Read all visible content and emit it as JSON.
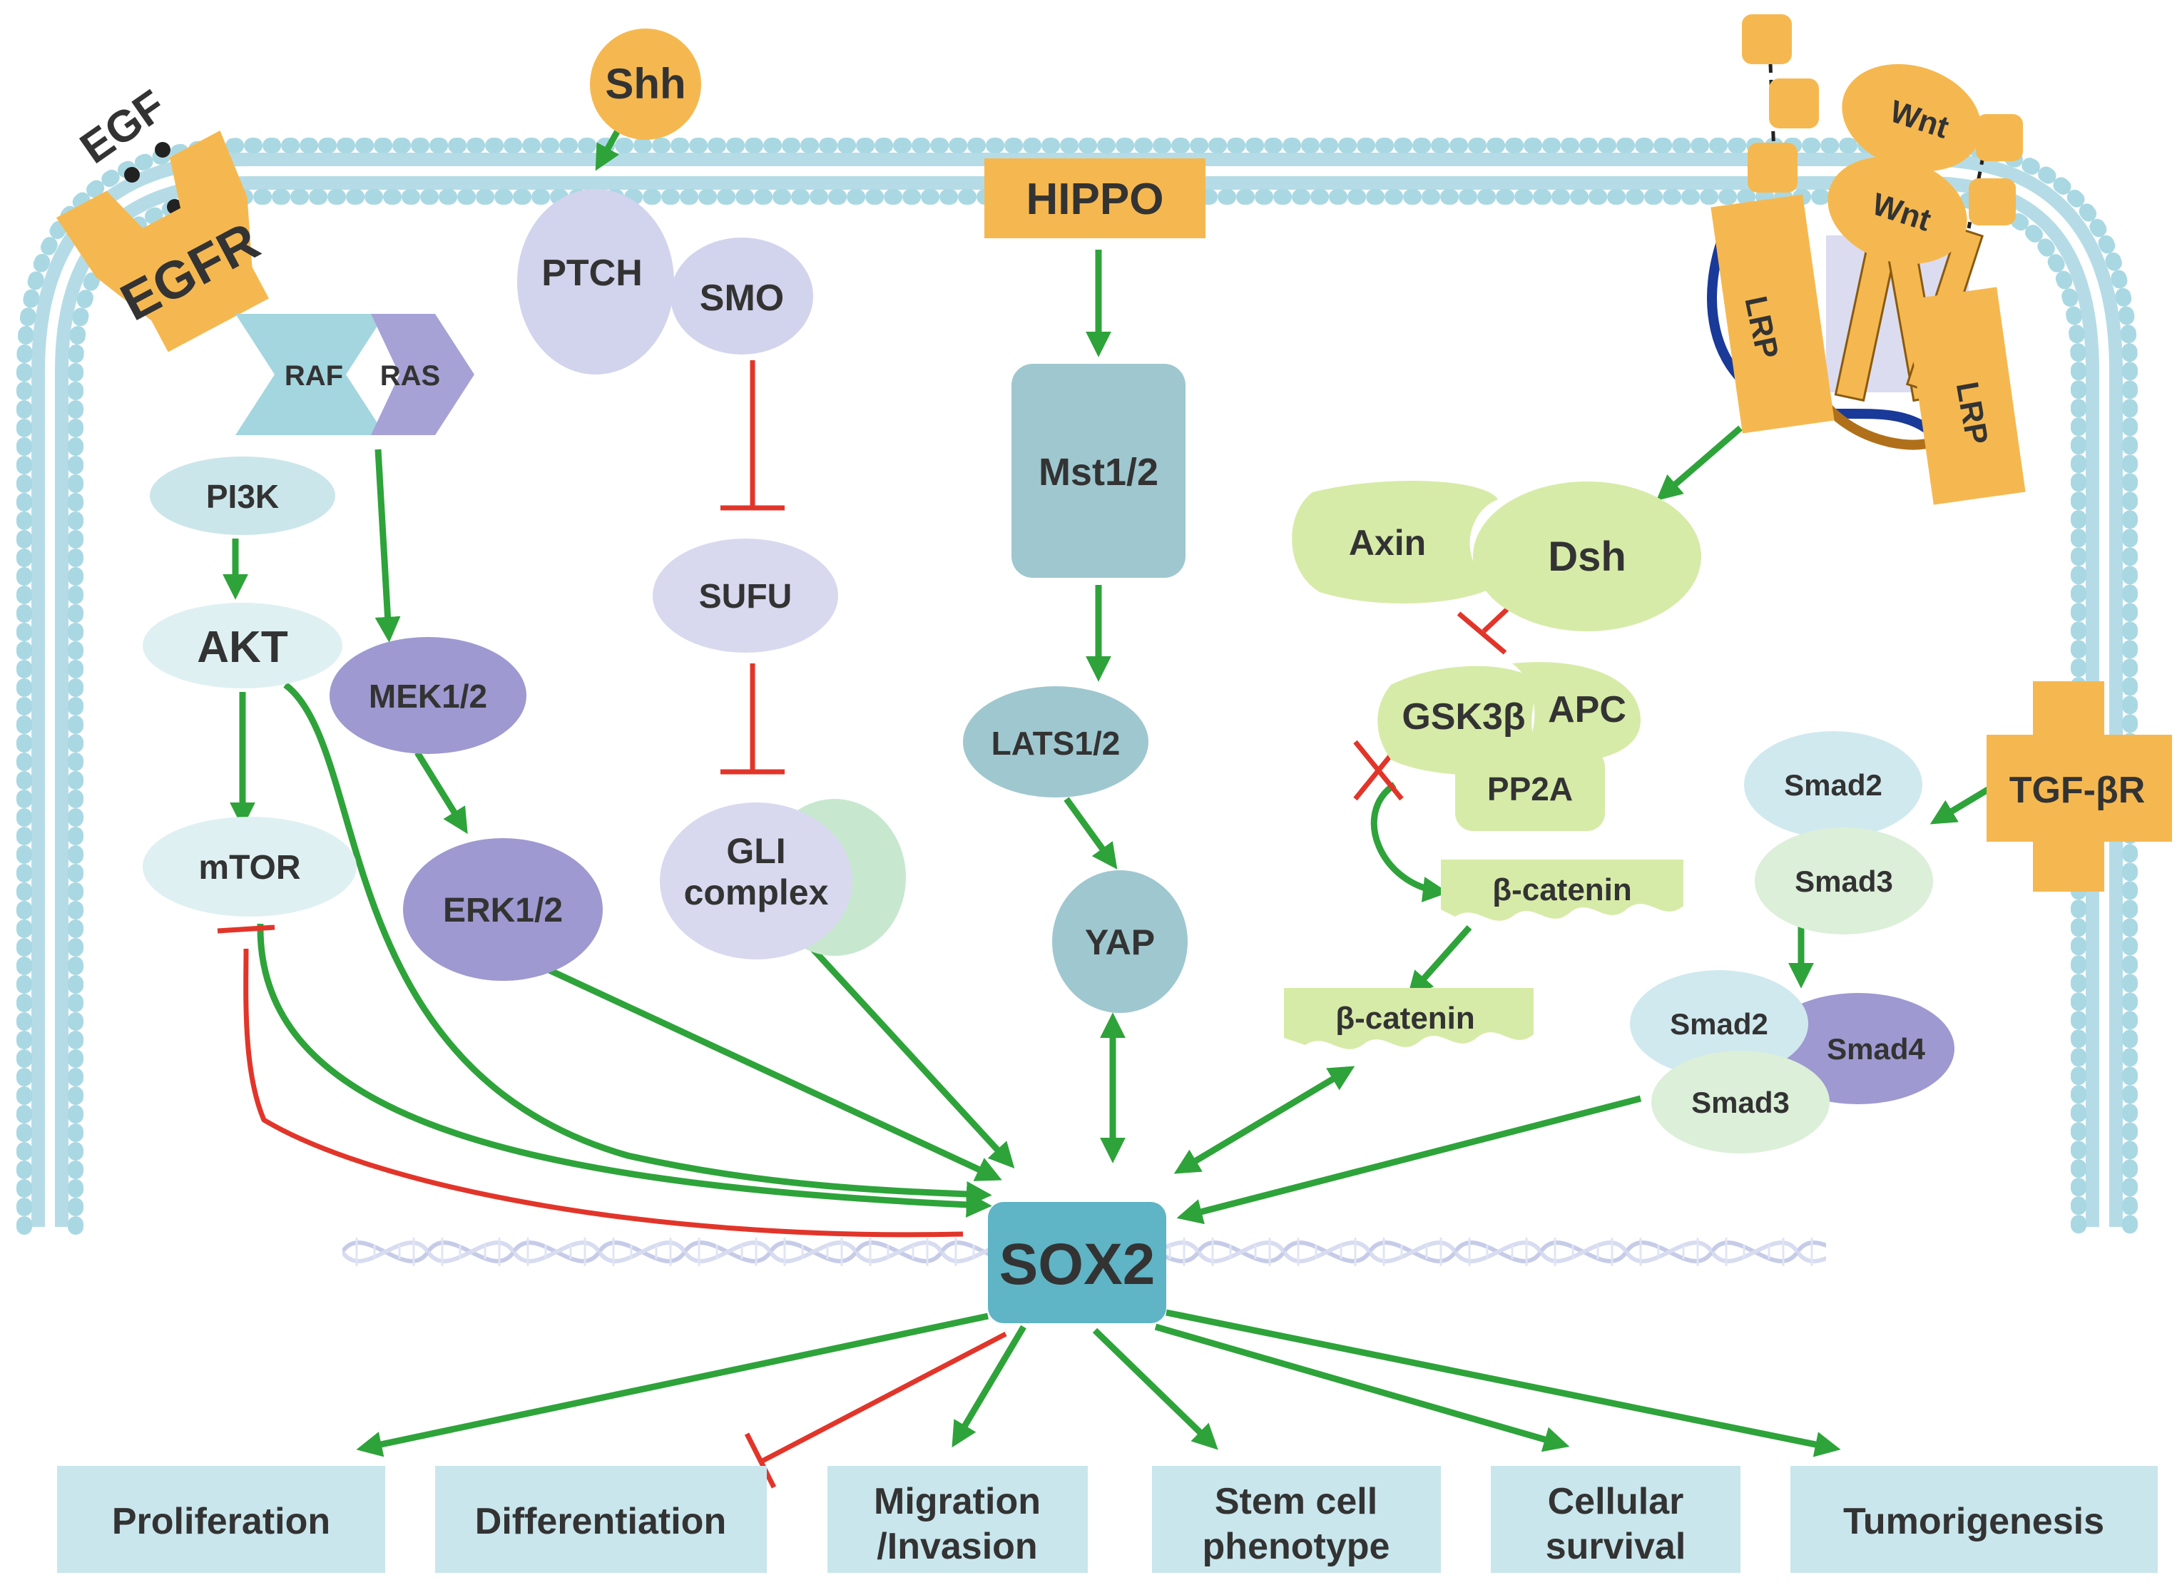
{
  "nodes": {
    "egf": "EGF",
    "egfr": "EGFR",
    "shh": "Shh",
    "ptch": "PTCH",
    "smo": "SMO",
    "hippo": "HIPPO",
    "wnt1": "Wnt",
    "wnt2": "Wnt",
    "lrp1": "LRP",
    "lrp2": "LRP",
    "raf": "RAF",
    "ras": "RAS",
    "pi3k": "PI3K",
    "akt": "AKT",
    "mtor": "mTOR",
    "mek": "MEK1/2",
    "erk": "ERK1/2",
    "sufu": "SUFU",
    "gli_line1": "GLI",
    "gli_line2": "complex",
    "mst": "Mst1/2",
    "lats": "LATS1/2",
    "yap": "YAP",
    "axin": "Axin",
    "dsh": "Dsh",
    "gsk3b": "GSK3β",
    "apc": "APC",
    "pp2a": "PP2A",
    "bcat1": "β-catenin",
    "bcat2": "β-catenin",
    "smad2_top": "Smad2",
    "smad3_top": "Smad3",
    "tgfbr": "TGF-βR",
    "smad2_bottom": "Smad2",
    "smad4": "Smad4",
    "smad3_bottom": "Smad3",
    "sox2": "SOX2"
  },
  "outcomes": [
    {
      "line1": "Proliferation",
      "line2": ""
    },
    {
      "line1": "Differentiation",
      "line2": ""
    },
    {
      "line1": "Migration",
      "line2": "/Invasion"
    },
    {
      "line1": "Stem cell",
      "line2": "phenotype"
    },
    {
      "line1": "Cellular",
      "line2": "survival"
    },
    {
      "line1": "Tumorigenesis",
      "line2": ""
    }
  ],
  "colors": {
    "activation": "#2ea33a",
    "inhibition": "#e2352a",
    "receptor": "#f5b850",
    "membrane": "#a9d8e3",
    "sox2": "#5fb4c5",
    "outcome_box": "#c9e6ec"
  }
}
